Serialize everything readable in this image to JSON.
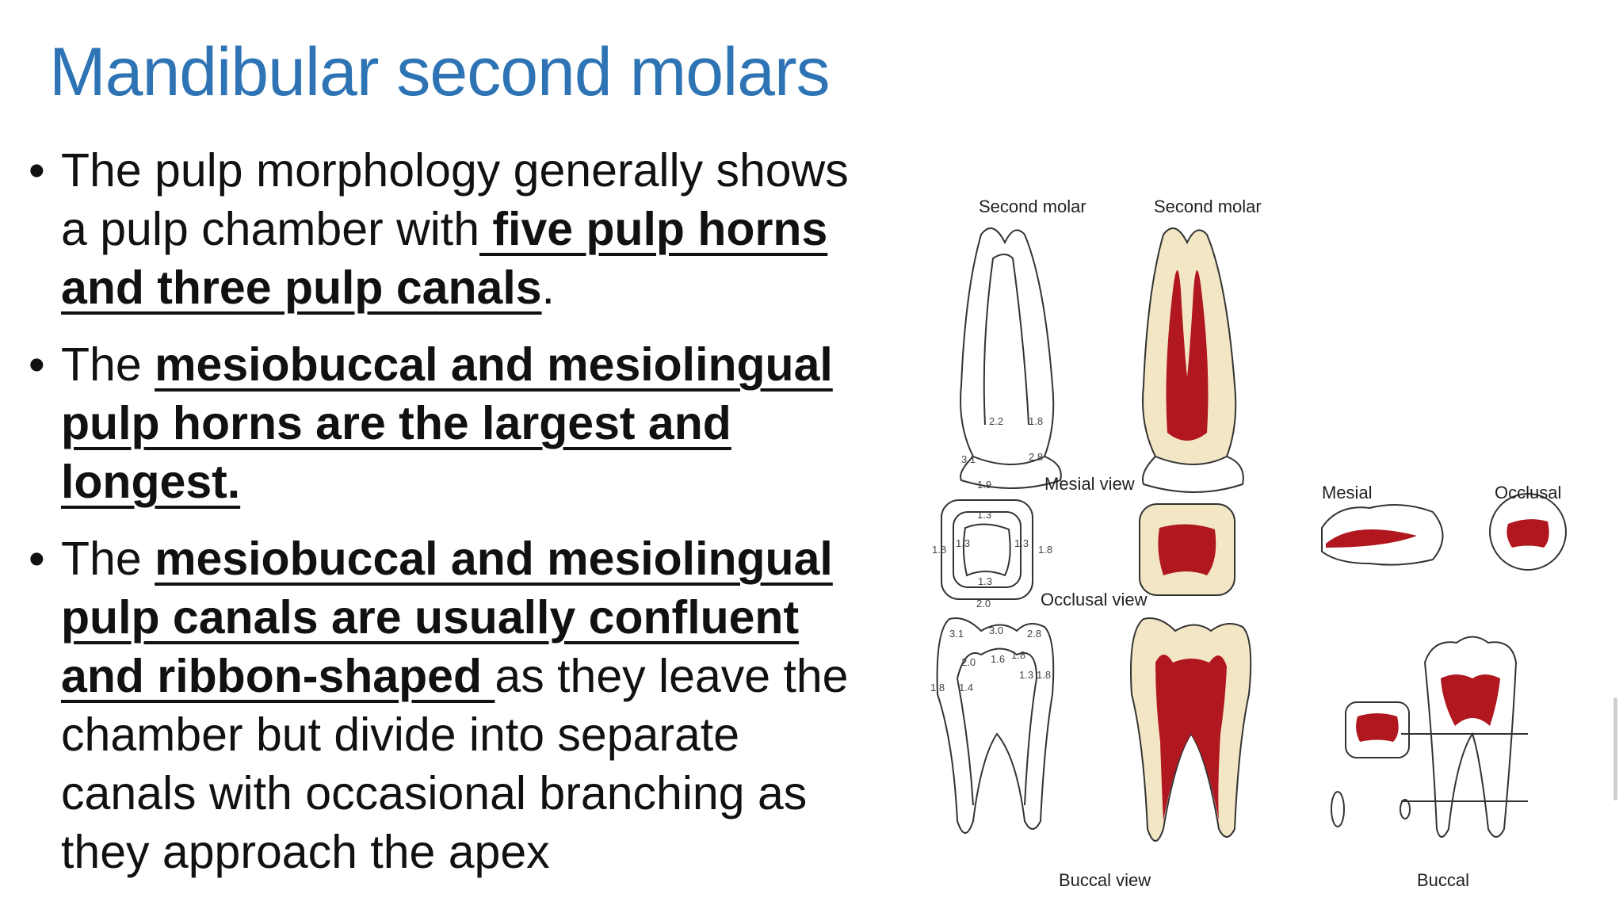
{
  "slide": {
    "title": "Mandibular second molars",
    "bullets": [
      {
        "marker": "•",
        "parts": [
          {
            "text": "The pulp morphology generally shows a pulp chamber with",
            "style": "plain"
          },
          {
            "text": " five pulp horns and three pulp canals",
            "style": "bold-underline"
          },
          {
            "text": ".",
            "style": "plain"
          }
        ]
      },
      {
        "marker": "•",
        "parts": [
          {
            "text": "The ",
            "style": "plain"
          },
          {
            "text": "mesiobuccal and mesiolingual pulp horns are the largest and longest.",
            "style": "bold-underline"
          }
        ]
      },
      {
        "marker": "•",
        "parts": [
          {
            "text": " The ",
            "style": "plain"
          },
          {
            "text": "mesiobuccal and mesiolingual pulp canals are usually confluent and ribbon-shaped ",
            "style": "bold-underline"
          },
          {
            "text": "as they leave the chamber but divide into separate canals with occasional branching as they approach the apex",
            "style": "plain"
          }
        ]
      }
    ]
  },
  "figure": {
    "labels": {
      "second_molar_left": "Second molar",
      "second_molar_right": "Second molar",
      "mesial_view": "Mesial view",
      "occlusal_view": "Occlusal view",
      "buccal_view": "Buccal view",
      "mesial": "Mesial",
      "occlusal": "Occlusal",
      "buccal": "Buccal"
    },
    "measurements": {
      "m1": "2.2",
      "m2": "1.8",
      "m3": "3.1",
      "m4": "2.8",
      "o1": "1.9",
      "o2": "1.3",
      "o3": "1.8",
      "o4": "1.3",
      "o5": "1.3",
      "o6": "1.8",
      "o7": "1.3",
      "o8": "2.0",
      "b1": "3.1",
      "b2": "3.0",
      "b3": "2.8",
      "b4": "2.0",
      "b5": "1.6",
      "b6": "1.8",
      "b7": "1.8",
      "b8": "1.4",
      "b9": "1.3",
      "b10": "1.8"
    },
    "colors": {
      "pulp": "#B0171F",
      "dentin": "#F3E6C4",
      "outline": "#333333"
    }
  }
}
